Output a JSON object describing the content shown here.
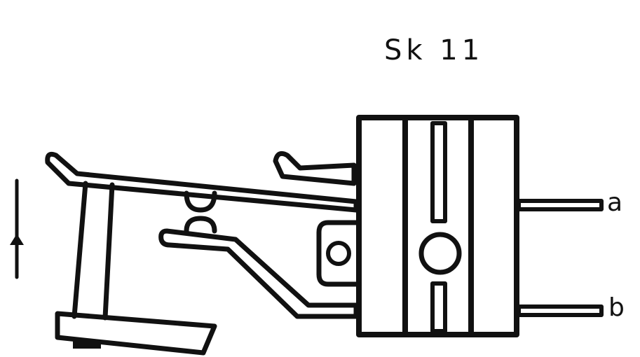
{
  "diagram": {
    "title": "Sk 11",
    "terminal_a": "a",
    "terminal_b": "b"
  },
  "colors": {
    "ink": "#111111",
    "background": "#ffffff"
  }
}
